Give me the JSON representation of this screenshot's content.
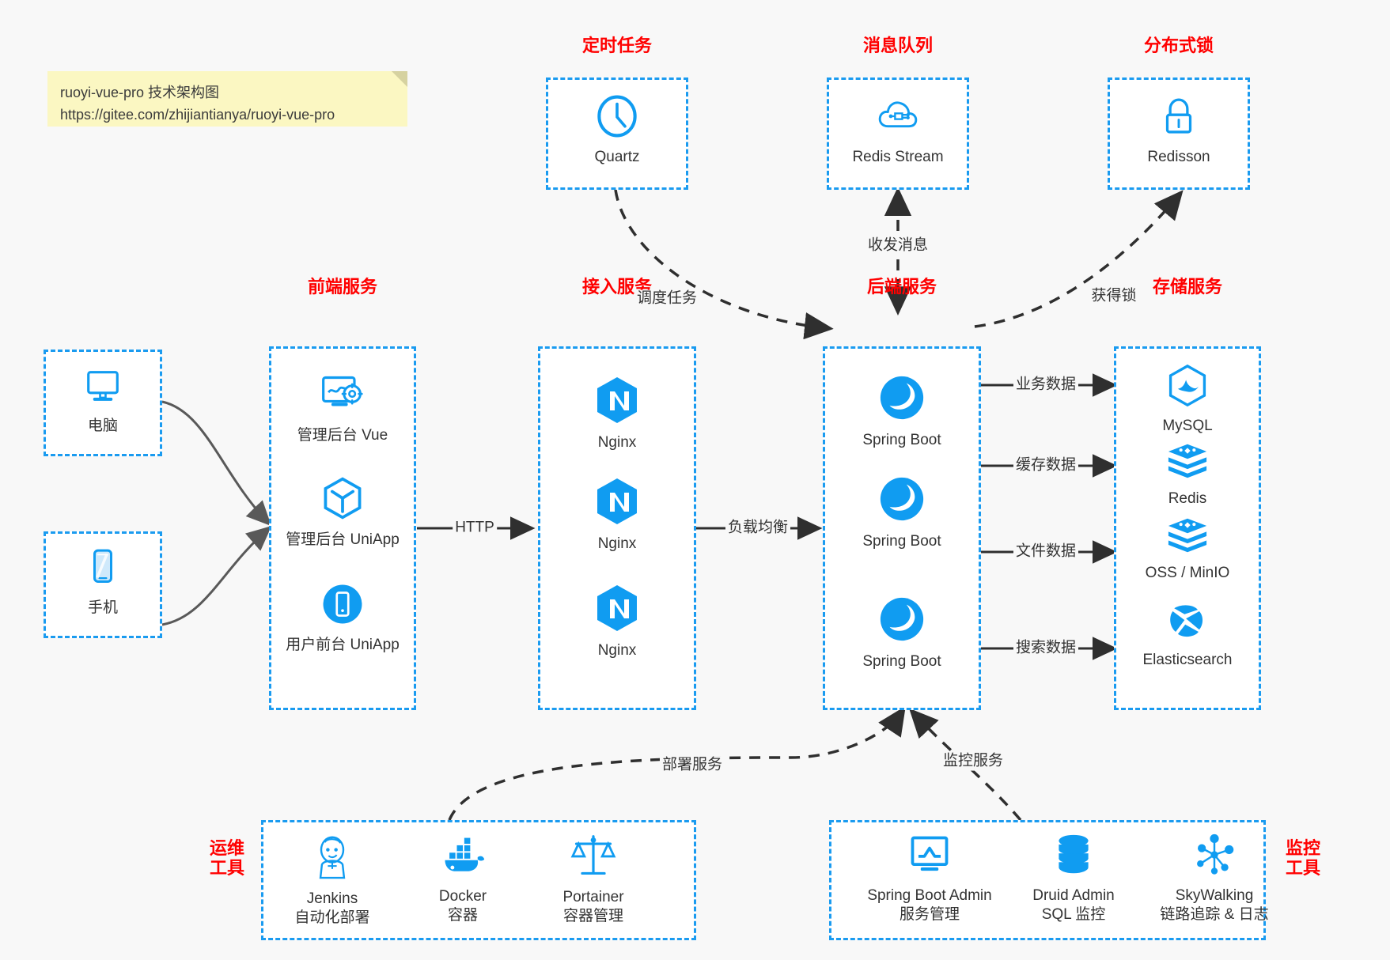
{
  "note": {
    "line1": "ruoyi-vue-pro 技术架构图",
    "line2": "https://gitee.com/zhijiantianya/ruoyi-vue-pro"
  },
  "groups": {
    "timer": {
      "title": "定时任务",
      "nodes": [
        {
          "label": "Quartz",
          "icon": "clock-icon"
        }
      ]
    },
    "mq": {
      "title": "消息队列",
      "nodes": [
        {
          "label": "Redis Stream",
          "icon": "cloud-mq-icon"
        }
      ]
    },
    "lock": {
      "title": "分布式锁",
      "nodes": [
        {
          "label": "Redisson",
          "icon": "padlock-icon"
        }
      ]
    },
    "devices": {
      "nodes": [
        {
          "label": "电脑",
          "icon": "desktop-monitor-icon"
        },
        {
          "label": "手机",
          "icon": "mobile-phone-icon"
        }
      ]
    },
    "frontend": {
      "title": "前端服务",
      "nodes": [
        {
          "label": "管理后台 Vue",
          "icon": "dashboard-settings-icon"
        },
        {
          "label": "管理后台 UniApp",
          "icon": "cube-icon"
        },
        {
          "label": "用户前台 UniApp",
          "icon": "phone-circle-icon"
        }
      ]
    },
    "gateway": {
      "title": "接入服务",
      "nodes": [
        {
          "label": "Nginx",
          "icon": "nginx-icon"
        },
        {
          "label": "Nginx",
          "icon": "nginx-icon"
        },
        {
          "label": "Nginx",
          "icon": "nginx-icon"
        }
      ]
    },
    "backend": {
      "title": "后端服务",
      "nodes": [
        {
          "label": "Spring Boot",
          "icon": "spring-boot-icon"
        },
        {
          "label": "Spring Boot",
          "icon": "spring-boot-icon"
        },
        {
          "label": "Spring Boot",
          "icon": "spring-boot-icon"
        }
      ]
    },
    "storage": {
      "title": "存储服务",
      "nodes": [
        {
          "label": "MySQL",
          "icon": "mysql-icon"
        },
        {
          "label": "Redis",
          "icon": "redis-icon"
        },
        {
          "label": "OSS / MinIO",
          "icon": "redis-icon"
        },
        {
          "label": "Elasticsearch",
          "icon": "elasticsearch-icon"
        }
      ]
    },
    "ops": {
      "title_line1": "运维",
      "title_line2": "工具",
      "nodes": [
        {
          "label": "Jenkins",
          "sublabel": "自动化部署",
          "icon": "jenkins-icon"
        },
        {
          "label": "Docker",
          "sublabel": "容器",
          "icon": "docker-icon"
        },
        {
          "label": "Portainer",
          "sublabel": "容器管理",
          "icon": "scales-icon"
        }
      ]
    },
    "monitor": {
      "title_line1": "监控",
      "title_line2": "工具",
      "nodes": [
        {
          "label": "Spring Boot Admin",
          "sublabel": "服务管理",
          "icon": "monitor-chart-icon"
        },
        {
          "label": "Druid Admin",
          "sublabel": "SQL 监控",
          "icon": "database-icon"
        },
        {
          "label": "SkyWalking",
          "sublabel": "链路追踪 & 日志",
          "icon": "skywalking-icon"
        }
      ]
    }
  },
  "edges": {
    "http": "HTTP",
    "load_balance": "负载均衡",
    "schedule_task": "调度任务",
    "send_receive_message": "收发消息",
    "acquire_lock": "获得锁",
    "business_data": "业务数据",
    "cache_data": "缓存数据",
    "file_data": "文件数据",
    "search_data": "搜索数据",
    "deploy_service": "部署服务",
    "monitor_service": "监控服务"
  },
  "colors": {
    "accent_blue": "#1a9bf0",
    "icon_blue": "#109cf1",
    "title_red": "#ff0000",
    "edge_dark": "#333333",
    "note_yellow": "#fbf7c2",
    "background": "#f8f8f8"
  }
}
